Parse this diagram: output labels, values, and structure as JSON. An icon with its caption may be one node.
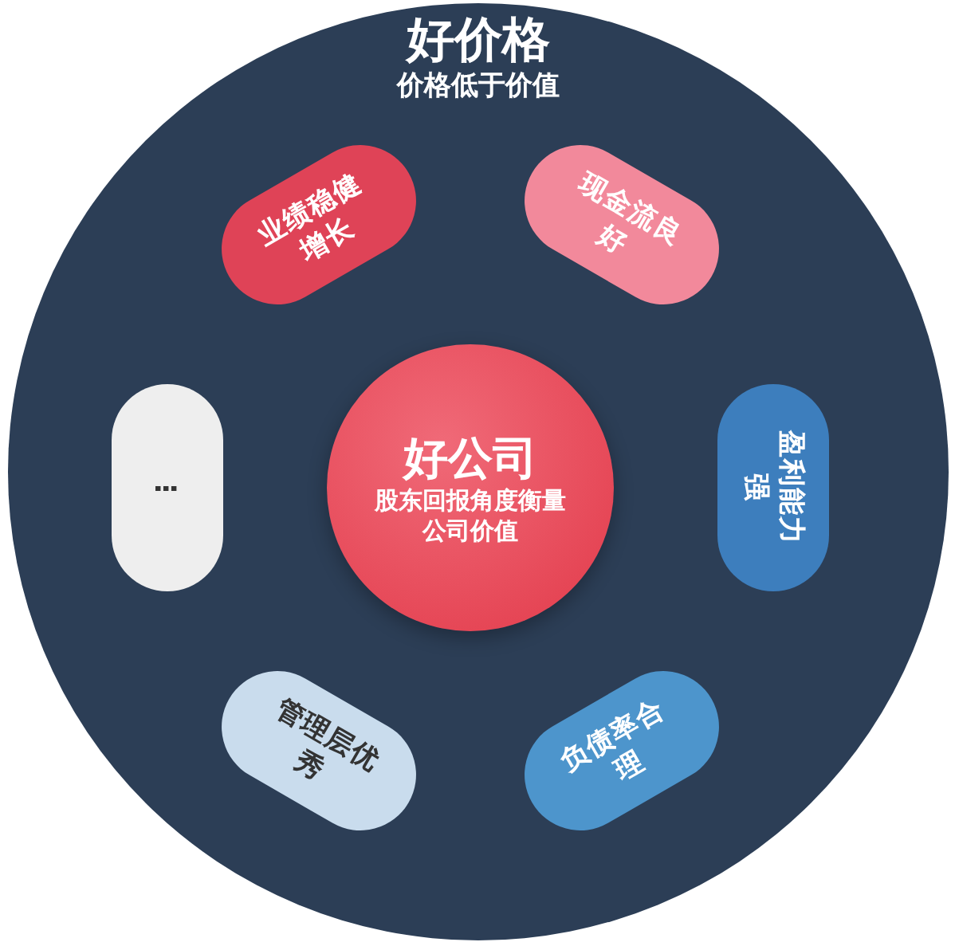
{
  "diagram": {
    "nodes": [
      {
        "text": [
          "好价格",
          "价格低于价值"
        ]
      },
      {
        "text": [
          "好公司",
          "股东回报角度衡量公司价值"
        ],
        "in": 0
      },
      {
        "text": [
          "业绩稳健增长"
        ],
        "in": 0
      },
      {
        "text": [
          "现金流良好"
        ],
        "in": 0
      },
      {
        "text": [
          "盈利能力强"
        ],
        "in": 0
      },
      {
        "text": [
          "负债率合理"
        ],
        "in": 0
      },
      {
        "text": [
          "管理层优秀"
        ],
        "in": 0
      },
      {
        "text": [
          "⋮"
        ],
        "in": 0
      }
    ],
    "edges": []
  }
}
